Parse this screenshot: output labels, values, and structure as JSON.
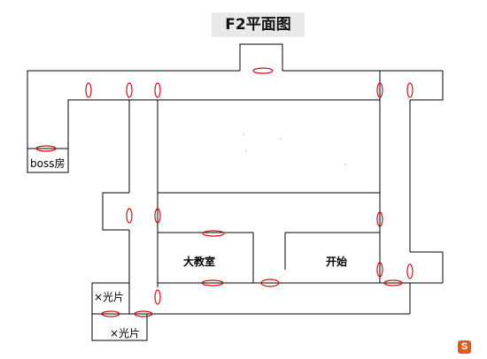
{
  "title": "F2平面图",
  "rooms": {
    "boss": "boss房",
    "classroom": "大教室",
    "start": "开始",
    "shard_1": "×光片",
    "shard_2": "×光片"
  },
  "colors": {
    "wall": "#000000",
    "door": "#cc1111",
    "title_bg": "#e9e9e9",
    "logo": "#e05a1c"
  },
  "logo": "S"
}
